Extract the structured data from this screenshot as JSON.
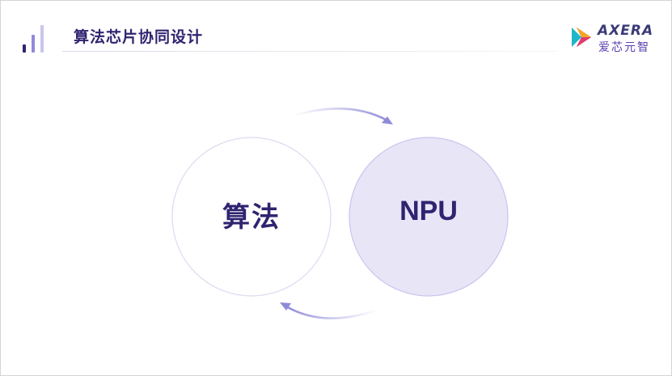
{
  "header": {
    "title": "算法芯片协同设计"
  },
  "logo": {
    "text_en": "AXERA",
    "text_cn": "爱芯元智"
  },
  "diagram": {
    "left_circle_label": "算法",
    "right_circle_label": "NPU"
  },
  "colors": {
    "title": "#2f2470",
    "accent_purple": "#8f8ad8",
    "npu_fill": "#e8e5f7",
    "circle_border": "#d6d3ec"
  },
  "icons": {
    "header_bars": "bar-chart-decoration-icon",
    "logo_mark": "axera-play-logo-icon",
    "top_arrow": "curved-arrow-right-icon",
    "bottom_arrow": "curved-arrow-left-icon"
  }
}
